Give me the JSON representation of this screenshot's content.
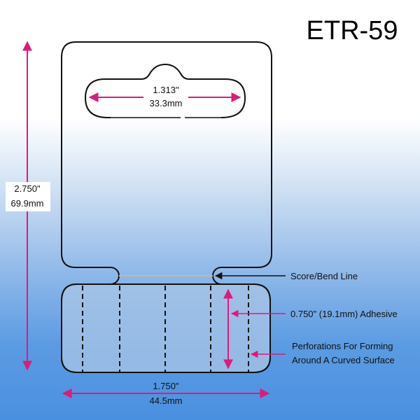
{
  "title": "ETR-59",
  "hole": {
    "width_in": "1.313\"",
    "width_mm": "33.3mm"
  },
  "height": {
    "in": "2.750\"",
    "mm": "69.9mm"
  },
  "width": {
    "in": "1.750\"",
    "mm": "44.5mm"
  },
  "callouts": {
    "score": "Score/Bend Line",
    "adhesive": "0.750\" (19.1mm) Adhesive",
    "perf_line1": "Perforations For Forming",
    "perf_line2": "Around A Curved Surface"
  },
  "colors": {
    "arrow": "#e0197d",
    "outline": "#111111",
    "adhesive_fill": "#a9c6e6",
    "score_line": "#c8b89a"
  }
}
